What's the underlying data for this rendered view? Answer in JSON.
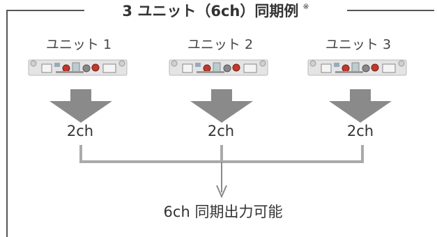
{
  "title": "3 ユニット（6ch）同期例",
  "title_note": "※",
  "units": [
    {
      "label": "ユニット 1",
      "channels": "2ch"
    },
    {
      "label": "ユニット 2",
      "channels": "2ch"
    },
    {
      "label": "ユニット 3",
      "channels": "2ch"
    }
  ],
  "result": "6ch 同期出力可能",
  "colors": {
    "frame": "#555555",
    "arrow": "#8a8a8a",
    "connector": "#aaaaaa",
    "text": "#333333"
  }
}
